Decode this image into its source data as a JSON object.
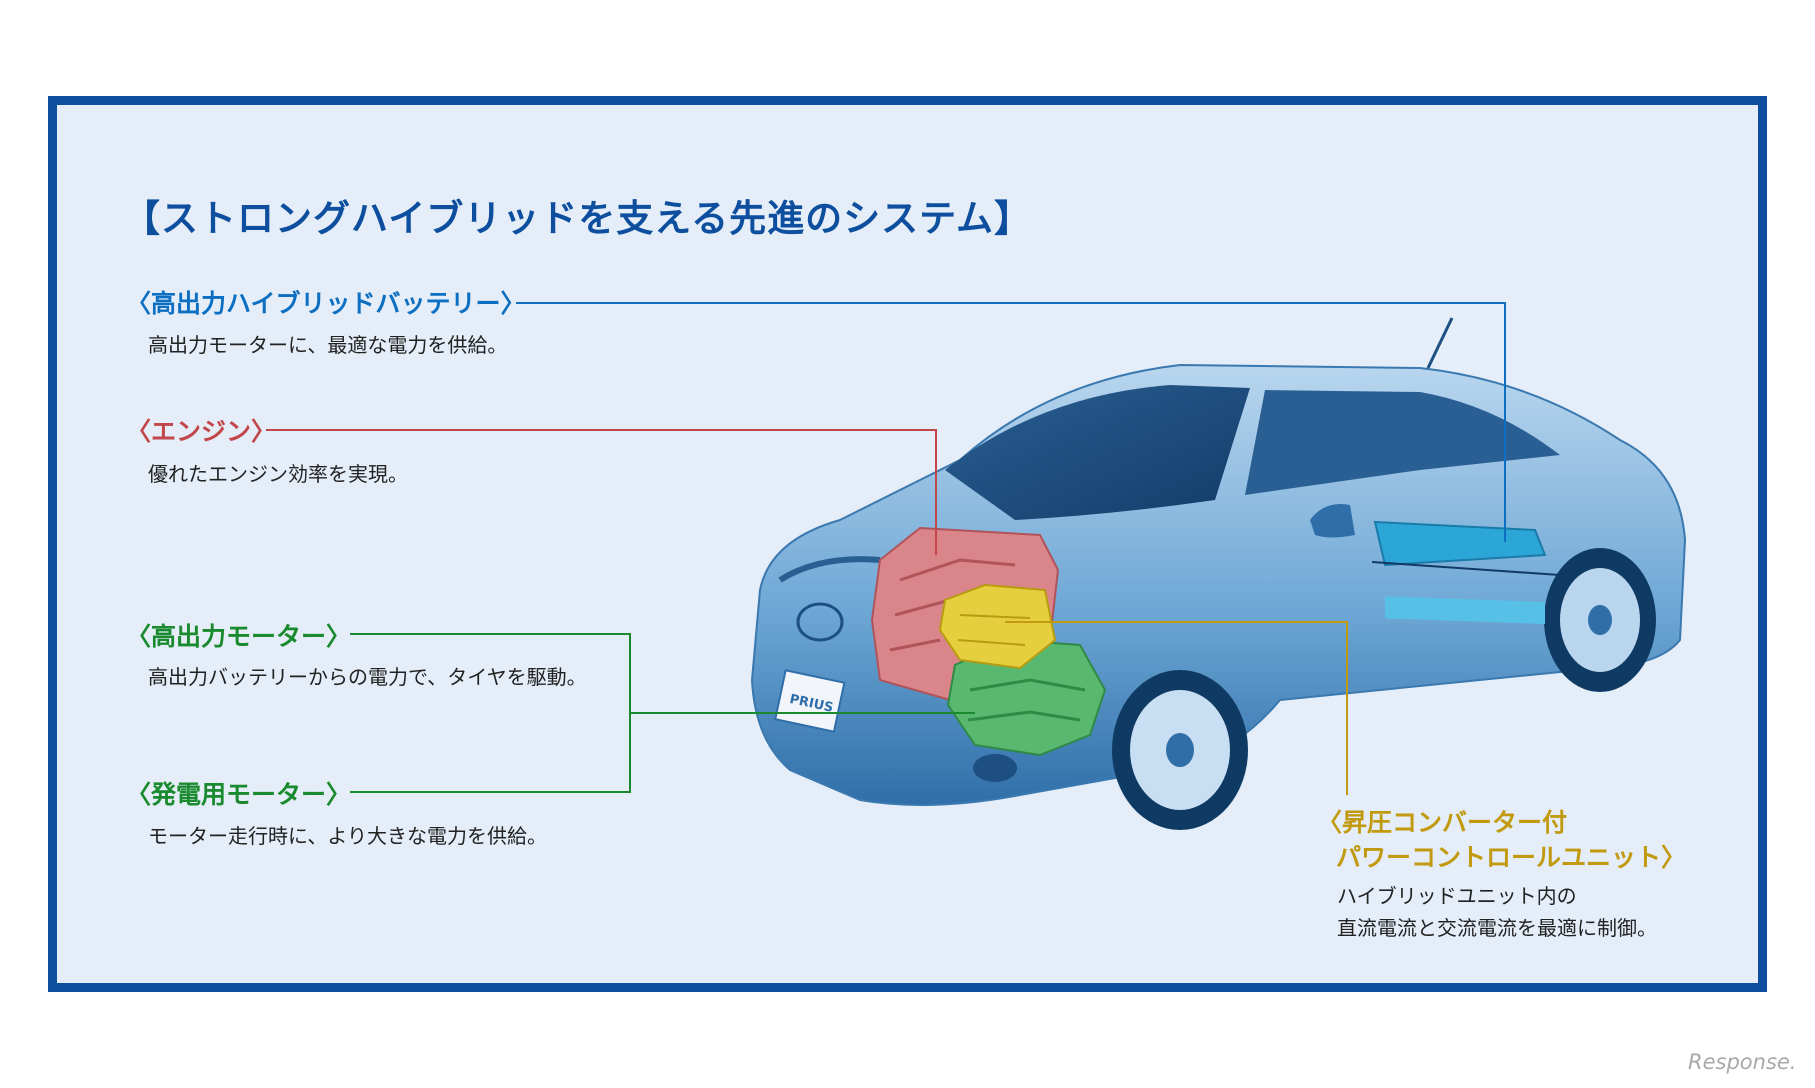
{
  "title": "【ストロングハイブリッドを支える先進のシステム】",
  "components": {
    "battery": {
      "label": "〈高出力ハイブリッドバッテリー〉",
      "desc": "高出力モーターに、最適な電力を供給。"
    },
    "engine": {
      "label": "〈エンジン〉",
      "desc": "優れたエンジン効率を実現。"
    },
    "motor": {
      "label": "〈高出力モーター〉",
      "desc": "高出力バッテリーからの電力で、タイヤを駆動。"
    },
    "generator": {
      "label": "〈発電用モーター〉",
      "desc": "モーター走行時に、より大きな電力を供給。"
    },
    "pcu": {
      "label_line1": "〈昇圧コンバーター付",
      "label_line2": "パワーコントロールユニット〉",
      "desc_line1": "ハイブリッドユニット内の",
      "desc_line2": "直流電流と交流電流を最適に制御。"
    }
  },
  "car_badge": "PRIUS",
  "watermark": "Response.",
  "colors": {
    "frame": "#0d4f9e",
    "battery": "#0d6fc1",
    "engine": "#c2474a",
    "motor": "#1a8a2e",
    "pcu": "#c29a10"
  }
}
